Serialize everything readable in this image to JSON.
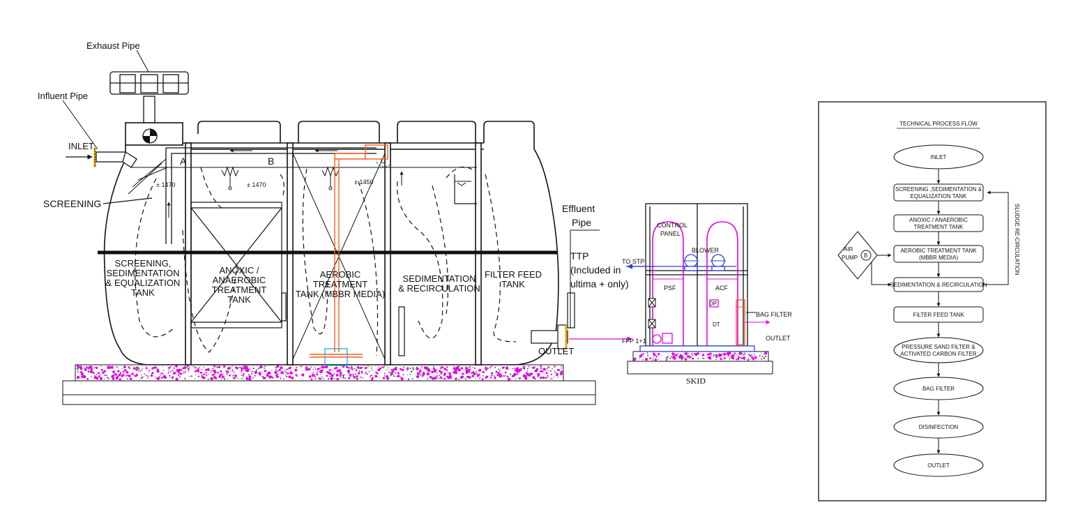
{
  "drawing": {
    "labels": {
      "exhaust_pipe": "Exhaust Pipe",
      "influent_pipe": "Influent Pipe",
      "inlet": "INLET",
      "screening": "SCREENING",
      "marker_a": "A",
      "marker_b": "B",
      "marker_c": "C",
      "level_1": "± 1470",
      "level_2": "± 1470",
      "level_3": "± 1450",
      "effluent_pipe_1": "Effluent",
      "effluent_pipe_2": "Pipe",
      "ttp_1": "TTP",
      "ttp_2": "(Included in",
      "ttp_3": "ultima + only)",
      "outlet": "OUTLET"
    },
    "compartments": [
      {
        "lines": [
          "SCREENING,",
          "SEDIMENTATION",
          "& EQUALIZATION",
          "TANK"
        ]
      },
      {
        "lines": [
          "ANOXIC /",
          "ANAEROBIC",
          "TREATMENT",
          "TANK"
        ]
      },
      {
        "lines": [
          "AEROBIC",
          "TREATMENT",
          "TANK (MBBR MEDIA)"
        ]
      },
      {
        "lines": [
          "SEDIMENTATION",
          "& RECIRCULATION"
        ]
      },
      {
        "lines": [
          "FILTER FEED",
          "TANK"
        ]
      }
    ]
  },
  "skid": {
    "control_panel_1": "CONTROL",
    "control_panel_2": "PANEL",
    "blower": "BLOWER",
    "to_stp": "TO STP",
    "psf": "PSF",
    "acf": "ACF",
    "bag_filter": "BAG FILTER",
    "outlet": "OUTLET",
    "ffp": "FFP 1+1",
    "dp": "DP",
    "dt": "DT",
    "title": "SKID"
  },
  "flow": {
    "title": "TECHNICAL PROCESS FLOW",
    "side_label": "SLUDGE RE-CIRCULATION",
    "air_pump_1": "AIR",
    "air_pump_2": "PUMP",
    "air_pump_symbol": "B",
    "steps": [
      {
        "shape": "ellipse",
        "lines": [
          "INLET"
        ]
      },
      {
        "shape": "rect",
        "lines": [
          "SCREENING ,SEDIMENTATION &",
          "EQUALIZATION TANK"
        ]
      },
      {
        "shape": "rect",
        "lines": [
          "ANOXIC / ANAEROBIC",
          "TREATMENT  TANK"
        ]
      },
      {
        "shape": "rect",
        "lines": [
          "AEROBIC TREATMENT TANK",
          "(MBBR MEDIA)"
        ]
      },
      {
        "shape": "rect",
        "lines": [
          "SEDIMENTATION & RECIRCULATION"
        ]
      },
      {
        "shape": "rect",
        "lines": [
          "FILTER FEED TANK"
        ]
      },
      {
        "shape": "ellipse",
        "lines": [
          "PRESSURE SAND FILTER &",
          "ACTIVATED CARBON FILTER"
        ]
      },
      {
        "shape": "ellipse",
        "lines": [
          "BAG FILTER"
        ]
      },
      {
        "shape": "ellipse",
        "lines": [
          "DISINFECTION"
        ]
      },
      {
        "shape": "ellipse",
        "lines": [
          "OUTLET"
        ]
      }
    ]
  },
  "colors": {
    "line": "#111111",
    "magenta": "#e600e6",
    "orange": "#ff5a1f",
    "blue": "#2b3fd6",
    "cyan": "#19b5c9",
    "green": "#1f9e3a"
  }
}
